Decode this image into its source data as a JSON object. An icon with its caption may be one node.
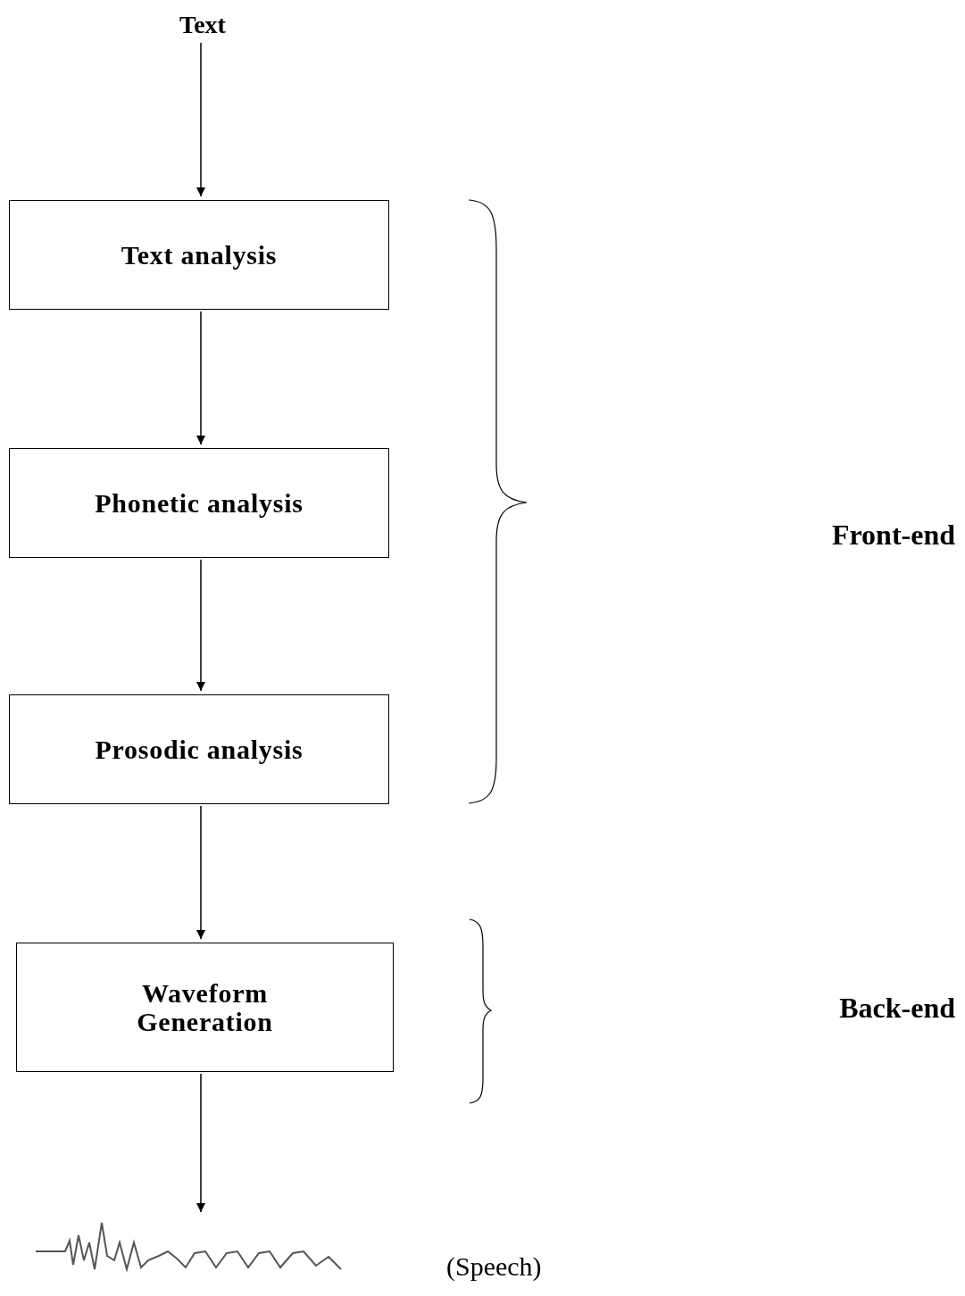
{
  "diagram": {
    "nodes": [
      {
        "text": [
          "Text"
        ]
      },
      {
        "text": [
          "Text analysis"
        ]
      },
      {
        "text": [
          "Phonetic analysis"
        ]
      },
      {
        "text": [
          "Prosodic analysis"
        ]
      },
      {
        "text": [
          "Waveform Generation"
        ]
      },
      {
        "text": [],
        "shape": "picture",
        "beside": [
          "(Speech)"
        ]
      }
    ],
    "edges": [
      {
        "from": 0,
        "to": 1,
        "arrow": "to"
      },
      {
        "from": 1,
        "to": 2,
        "arrow": "to"
      },
      {
        "from": 2,
        "to": 3,
        "arrow": "to"
      },
      {
        "from": 3,
        "to": 4,
        "arrow": "to"
      },
      {
        "from": 4,
        "to": 5,
        "arrow": "to"
      }
    ],
    "labels": [
      "Front-end",
      "Back-end"
    ]
  }
}
